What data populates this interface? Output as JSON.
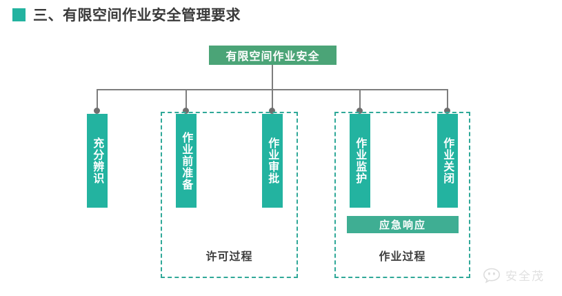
{
  "heading": {
    "marker_icon": "teal-square-bullet",
    "text": "三、有限空间作业安全管理要求",
    "marker_color": "#23b3a0"
  },
  "diagram": {
    "root": {
      "label": "有限空间作业安全",
      "color": "#4ba477"
    },
    "nodes": [
      {
        "label": "充分辨识",
        "color": "#23b3a0"
      },
      {
        "label": "作业前准备",
        "color": "#23b3a0"
      },
      {
        "label": "作业审批",
        "color": "#23b3a0"
      },
      {
        "label": "作业监护",
        "color": "#23b3a0"
      },
      {
        "label": "作业关闭",
        "color": "#23b3a0"
      }
    ],
    "bar": {
      "label": "应急响应",
      "color": "#3fae93"
    },
    "groups": [
      {
        "caption": "许可过程",
        "border_color": "#2fa898"
      },
      {
        "caption": "作业过程",
        "border_color": "#2fa898"
      }
    ],
    "connector_color": "#7d7d7d"
  },
  "watermark": {
    "icon": "chat-bubble-face-icon",
    "text": "安全茂"
  }
}
